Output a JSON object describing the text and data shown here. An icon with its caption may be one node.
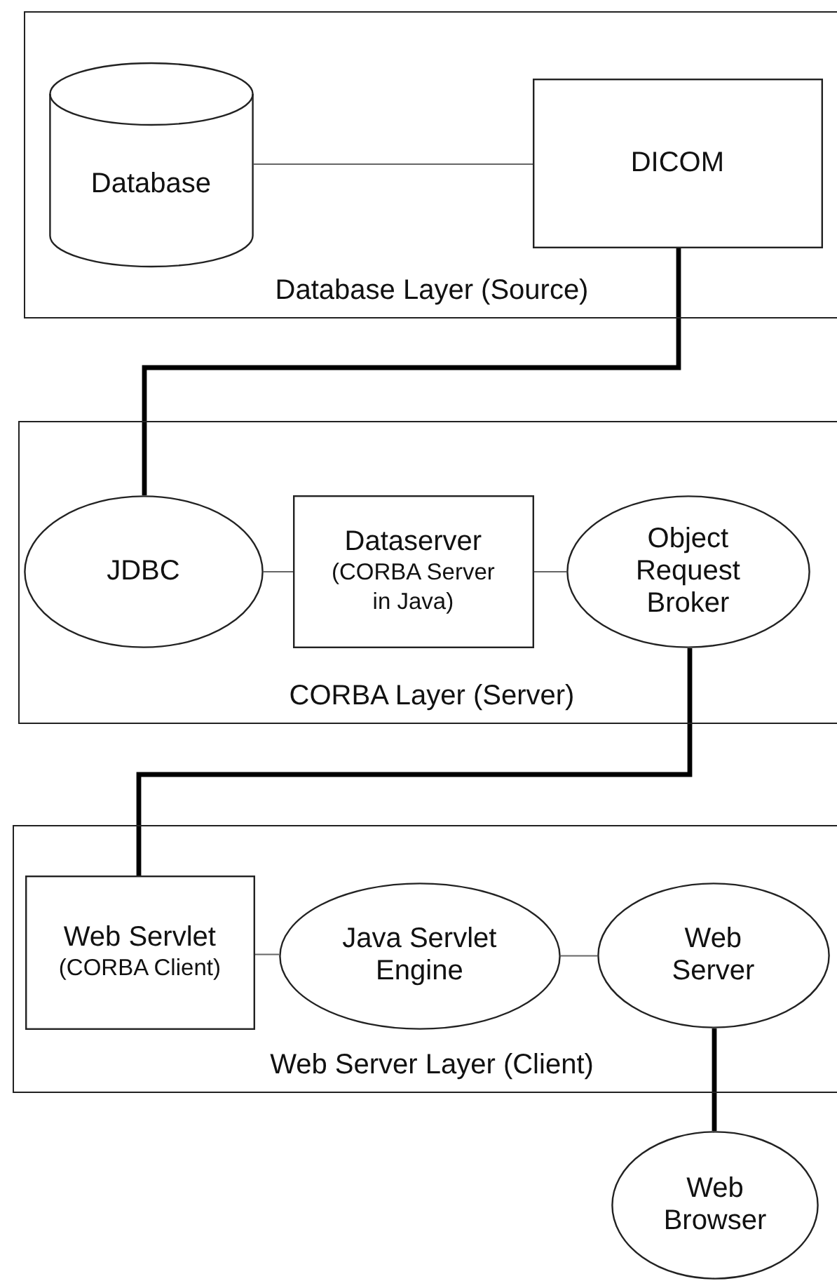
{
  "diagram": {
    "nodes": [
      {
        "text": [
          "Database Layer (Source)"
        ]
      },
      {
        "text": [
          "Database"
        ],
        "in": 0
      },
      {
        "text": [
          "DICOM"
        ],
        "in": 0
      },
      {
        "text": [
          "CORBA Layer (Server)"
        ]
      },
      {
        "text": [
          "JDBC"
        ],
        "in": 3
      },
      {
        "text": [
          "Dataserver",
          "(CORBA Server in Java)"
        ],
        "in": 3
      },
      {
        "text": [
          "Object Request Broker"
        ],
        "in": 3
      },
      {
        "text": [
          "Web Server Layer (Client)"
        ]
      },
      {
        "text": [
          "Web Servlet",
          "(CORBA Client)"
        ],
        "in": 7
      },
      {
        "text": [
          "Java Servlet Engine"
        ],
        "in": 7
      },
      {
        "text": [
          "Web Server"
        ],
        "in": 7
      },
      {
        "text": [
          "Web Browser"
        ]
      }
    ],
    "edges": [
      {
        "from": 1,
        "to": 2,
        "arrow": "none"
      },
      {
        "from": 2,
        "to": 4,
        "arrow": "none",
        "style": "thick",
        "color": "#000000"
      },
      {
        "from": 4,
        "to": 5,
        "arrow": "none"
      },
      {
        "from": 5,
        "to": 6,
        "arrow": "none"
      },
      {
        "from": 6,
        "to": 8,
        "arrow": "none",
        "style": "thick",
        "color": "#000000"
      },
      {
        "from": 8,
        "to": 9,
        "arrow": "none"
      },
      {
        "from": 9,
        "to": 10,
        "arrow": "none"
      },
      {
        "from": 10,
        "to": 11,
        "arrow": "none",
        "style": "thick",
        "color": "#000000"
      }
    ]
  }
}
